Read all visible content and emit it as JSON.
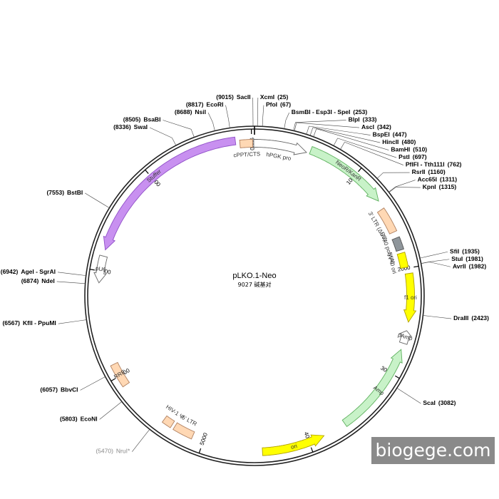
{
  "plasmid": {
    "name": "pLKO.1-Neo",
    "size_label": "9027 碱基对",
    "total_bp": 9027
  },
  "colors": {
    "backbone": "#222222",
    "promoter_fill": "#ffffff",
    "neo_fill": "#c8f2c8",
    "neo_stroke": "#5fb15f",
    "misc_fill": "#ffd8b4",
    "misc_stroke": "#b08060",
    "yellow_fill": "#ffff00",
    "yellow_stroke": "#b0a000",
    "gray_fill": "#8f969b",
    "stuffer_fill": "#c890f0",
    "stuffer_stroke": "#9050c8",
    "watermark_bg": "#8a8a8a"
  },
  "ticks": [
    {
      "bp": 1000,
      "label": "1000"
    },
    {
      "bp": 2000,
      "label": "2000"
    },
    {
      "bp": 3000,
      "label": "3000"
    },
    {
      "bp": 4000,
      "label": "4000"
    },
    {
      "bp": 5000,
      "label": "5000"
    },
    {
      "bp": 6000,
      "label": "6000"
    },
    {
      "bp": 7000,
      "label": "7000"
    },
    {
      "bp": 8000,
      "label": "8000"
    },
    {
      "bp": 9000,
      "label": "9000"
    }
  ],
  "features": [
    {
      "id": "cppt",
      "label": "cPPT/CTS",
      "start": 8890,
      "end": 9010,
      "kind": "misc",
      "direction": "none",
      "ring": "inner"
    },
    {
      "id": "hpgk",
      "label": "hPGK pro",
      "start": 9020,
      "end": 500,
      "kind": "promoter",
      "direction": "cw",
      "ring": "inner"
    },
    {
      "id": "neo",
      "label": "NeoR/KanR",
      "start": 530,
      "end": 1320,
      "kind": "neo",
      "direction": "cw",
      "ring": "mid"
    },
    {
      "id": "ltr3",
      "label": "3' LTR (ΔU3)",
      "start": 1400,
      "end": 1640,
      "kind": "misc",
      "direction": "none",
      "ring": "inner"
    },
    {
      "id": "sv40pa",
      "label": "SV40 poly(A)",
      "start": 1700,
      "end": 1820,
      "kind": "gray",
      "direction": "none",
      "ring": "inner"
    },
    {
      "id": "sv40ori",
      "label": "SV40 ori",
      "start": 1850,
      "end": 1990,
      "kind": "yellow",
      "direction": "none",
      "ring": "inner"
    },
    {
      "id": "f1ori",
      "label": "f1 ori",
      "start": 2050,
      "end": 2500,
      "kind": "yellow",
      "direction": "cw",
      "ring": "mid"
    },
    {
      "id": "pamp",
      "label": "pAmp",
      "start": 2580,
      "end": 2700,
      "kind": "promoter",
      "direction": "ccw",
      "ring": "mid"
    },
    {
      "id": "amp",
      "label": "Amp",
      "start": 2760,
      "end": 3630,
      "kind": "neo",
      "direction": "ccw",
      "ring": "mid"
    },
    {
      "id": "ori",
      "label": "ori",
      "start": 3850,
      "end": 4440,
      "kind": "yellow",
      "direction": "ccw",
      "ring": "mid"
    },
    {
      "id": "ltr5",
      "label": "5' LTR",
      "start": 5110,
      "end": 5300,
      "kind": "misc",
      "direction": "none",
      "ring": "inner"
    },
    {
      "id": "hiv",
      "label": "HIV-1 Ψ",
      "start": 5330,
      "end": 5420,
      "kind": "misc",
      "direction": "none",
      "ring": "inner"
    },
    {
      "id": "rre",
      "label": "RRE",
      "start": 5900,
      "end": 6120,
      "kind": "misc",
      "direction": "none",
      "ring": "mid"
    },
    {
      "id": "pu6",
      "label": "pU6",
      "start": 6890,
      "end": 7140,
      "kind": "promoter",
      "direction": "ccw",
      "ring": "mid"
    },
    {
      "id": "stuffer",
      "label": "Stuffer",
      "start": 7200,
      "end": 8850,
      "kind": "stuffer",
      "direction": "ccw",
      "ring": "mid"
    }
  ],
  "sites": [
    {
      "name": "SacII",
      "pos": "(9015)",
      "bp": 9015,
      "gray": false
    },
    {
      "name": "XcmI",
      "pos": "(25)",
      "bp": 25,
      "gray": false
    },
    {
      "name": "PfoI",
      "pos": "(67)",
      "bp": 67,
      "gray": false
    },
    {
      "name": "BsmBI - Esp3I - SpeI",
      "pos": "(253)",
      "bp": 253,
      "gray": false
    },
    {
      "name": "BlpI",
      "pos": "(333)",
      "bp": 333,
      "gray": false
    },
    {
      "name": "AscI",
      "pos": "(342)",
      "bp": 342,
      "gray": false
    },
    {
      "name": "BspEI",
      "pos": "(447)",
      "bp": 447,
      "gray": false
    },
    {
      "name": "HincII",
      "pos": "(480)",
      "bp": 480,
      "gray": false
    },
    {
      "name": "BamHI",
      "pos": "(510)",
      "bp": 510,
      "gray": false
    },
    {
      "name": "PstI",
      "pos": "(697)",
      "bp": 697,
      "gray": false
    },
    {
      "name": "PflFI - Tth111I",
      "pos": "(762)",
      "bp": 762,
      "gray": false
    },
    {
      "name": "RsrII",
      "pos": "(1160)",
      "bp": 1160,
      "gray": false
    },
    {
      "name": "Acc65I",
      "pos": "(1311)",
      "bp": 1311,
      "gray": false
    },
    {
      "name": "KpnI",
      "pos": "(1315)",
      "bp": 1315,
      "gray": false
    },
    {
      "name": "SfiI",
      "pos": "(1935)",
      "bp": 1935,
      "gray": false
    },
    {
      "name": "StuI",
      "pos": "(1981)",
      "bp": 1981,
      "gray": false
    },
    {
      "name": "AvrII",
      "pos": "(1982)",
      "bp": 1982,
      "gray": false
    },
    {
      "name": "DraIII",
      "pos": "(2423)",
      "bp": 2423,
      "gray": false
    },
    {
      "name": "ScaI",
      "pos": "(3082)",
      "bp": 3082,
      "gray": false
    },
    {
      "name": "NruI*",
      "pos": "(5470)",
      "bp": 5470,
      "gray": true
    },
    {
      "name": "EcoNI",
      "pos": "(5803)",
      "bp": 5803,
      "gray": false
    },
    {
      "name": "BbvCI",
      "pos": "(6057)",
      "bp": 6057,
      "gray": false
    },
    {
      "name": "KflI - PpuMI",
      "pos": "(6567)",
      "bp": 6567,
      "gray": false
    },
    {
      "name": "NdeI",
      "pos": "(6874)",
      "bp": 6874,
      "gray": false
    },
    {
      "name": "AgeI - SgrAI",
      "pos": "(6942)",
      "bp": 6942,
      "gray": false
    },
    {
      "name": "BstBI",
      "pos": "(7553)",
      "bp": 7553,
      "gray": false
    },
    {
      "name": "SwaI",
      "pos": "(8336)",
      "bp": 8336,
      "gray": false
    },
    {
      "name": "BsaBI",
      "pos": "(8505)",
      "bp": 8505,
      "gray": false
    },
    {
      "name": "NsiI",
      "pos": "(8688)",
      "bp": 8688,
      "gray": false
    },
    {
      "name": "EcoRI",
      "pos": "(8817)",
      "bp": 8817,
      "gray": false
    }
  ],
  "watermark": "biogege.com"
}
